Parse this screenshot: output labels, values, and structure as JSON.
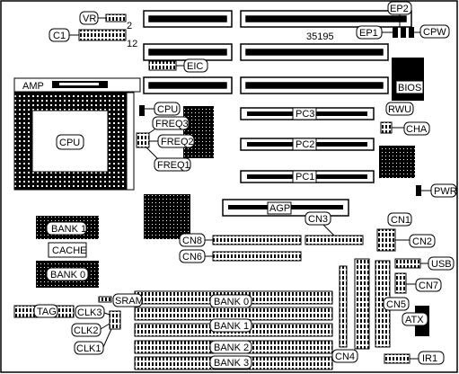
{
  "labels": {
    "vr": "VR",
    "vr_pin": "2",
    "c1": "C1",
    "c1_pin": "12",
    "model": "35195",
    "ep2": "EP2",
    "ep1": "EP1",
    "cpw": "CPW",
    "eic": "EIC",
    "amp": "AMP",
    "cpu_socket": "CPU",
    "bios": "BIOS",
    "cpu_jumper": "CPU",
    "pc3": "PC3",
    "rwu": "RWU",
    "cha": "CHA",
    "freq3": "FREQ3",
    "freq2": "FREQ2",
    "freq1": "FREQ1",
    "pc2": "PC2",
    "pc1": "PC1",
    "pwr": "PWR",
    "agp": "AGP",
    "cn3": "CN3",
    "cn1": "CN1",
    "cn2": "CN2",
    "bank1_cache": "BANK 1",
    "cache": "CACHE",
    "bank0_cache": "BANK 0",
    "cn8": "CN8",
    "cn6": "CN6",
    "usb": "USB",
    "cn7": "CN7",
    "cn5": "CN5",
    "sram": "SRAM",
    "tag": "TAG",
    "clk3": "CLK3",
    "clk2": "CLK2",
    "clk1": "CLK1",
    "dimm_bank0": "BANK 0",
    "dimm_bank1": "BANK 1",
    "dimm_bank2": "BANK 2",
    "dimm_bank3": "BANK 3",
    "atx": "ATX",
    "cn4": "CN4",
    "ir1": "IR1"
  }
}
